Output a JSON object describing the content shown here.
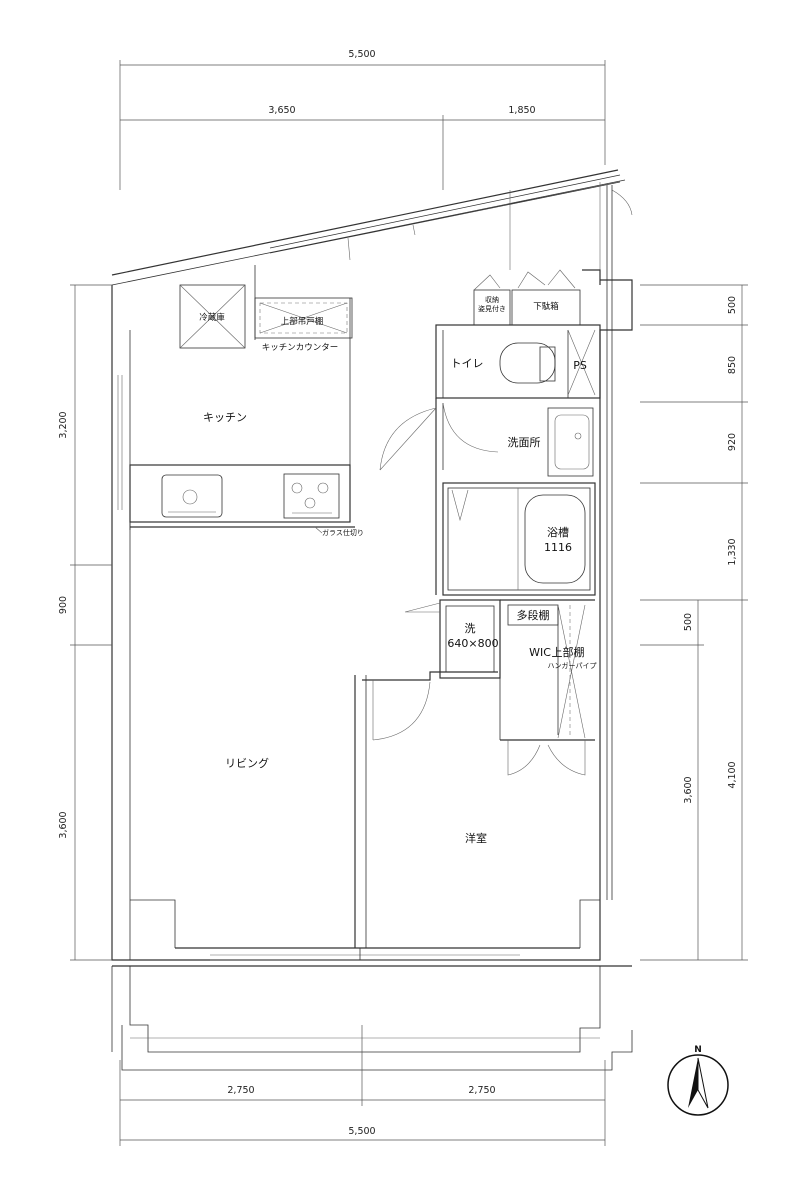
{
  "dimensions": {
    "top_total": "5,500",
    "top_left": "3,650",
    "top_right": "1,850",
    "bottom_left": "2,750",
    "bottom_right": "2,750",
    "bottom_total": "5,500",
    "left_top": "3,200",
    "left_middle": "900",
    "left_bottom": "3,600",
    "right_1": "500",
    "right_2": "850",
    "right_3": "920",
    "right_4": "1,330",
    "right_5": "500",
    "right_6": "3,600",
    "right_total": "4,100"
  },
  "rooms": {
    "fridge": "冷蔵庫",
    "upper_cabinet": "上部吊戸棚",
    "kitchen_counter": "キッチンカウンター",
    "kitchen": "キッチン",
    "glass_partition": "ガラス仕切り",
    "storage_line1": "収納",
    "storage_line2": "姿見付き",
    "shoe_box": "下駄箱",
    "toilet": "トイレ",
    "ps": "PS",
    "washroom": "洗面所",
    "bathtub": "浴槽",
    "bathtub_size": "1116",
    "multi_shelf": "多段棚",
    "washer": "洗",
    "washer_size": "640×800",
    "wic": "WIC",
    "wic_upper_shelf": "上部棚",
    "hanger_pipe": "ハンガーパイプ",
    "living": "リビング",
    "western_room": "洋室"
  },
  "compass": {
    "north": "N"
  }
}
